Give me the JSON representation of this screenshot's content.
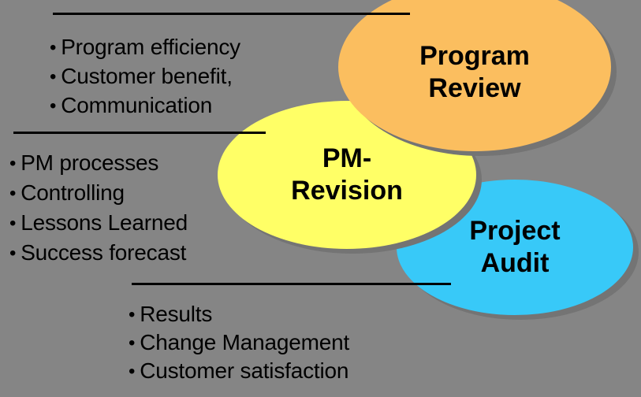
{
  "canvas": {
    "background": "#858585",
    "shadow_color": "#747474",
    "rule_color": "#000000",
    "bullet_char": "•"
  },
  "ellipses": {
    "program_review": {
      "line1": "Program",
      "line2": "Review",
      "fill": "#FBBE5F",
      "text_color": "#000000"
    },
    "pm_revision": {
      "line1": "PM-",
      "line2": "Revision",
      "fill": "#FFFF66",
      "text_color": "#000000"
    },
    "project_audit": {
      "line1": "Project",
      "line2": "Audit",
      "fill": "#38C9F8",
      "text_color": "#000000"
    }
  },
  "lists": {
    "program_review_items": [
      "Program efficiency",
      "Customer benefit,",
      "Communication"
    ],
    "pm_revision_items": [
      "PM processes",
      "Controlling",
      "Lessons Learned",
      "Success forecast"
    ],
    "project_audit_items": [
      "Results",
      "Change Management",
      "Customer satisfaction"
    ]
  }
}
